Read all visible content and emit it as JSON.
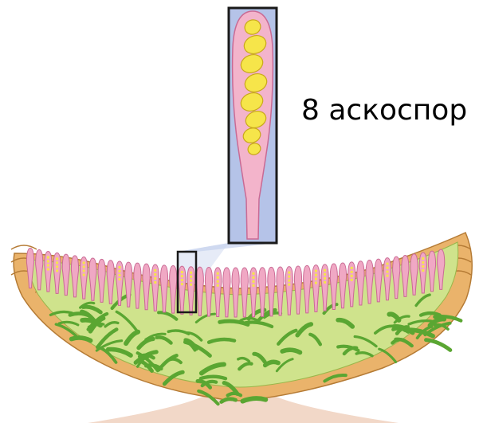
{
  "figure": {
    "spore_label": "8 аскоспор"
  },
  "colors": {
    "background": "#ffffff",
    "paraphysis_fill": "#f0a8c4",
    "paraphysis_stroke": "#c96a94",
    "ascus_fill": "#f3b4cb",
    "ascospore_fill": "#f6e54a",
    "ascospore_stroke": "#c9a81a",
    "inset_background": "#b5c3e8",
    "inset_frame": "#1a1a1a",
    "zoom_beam": "#c8d3ee",
    "medulla_fill": "#cfe38c",
    "algae_green": "#5aa632",
    "cortex_orange": "#eab36b",
    "cortex_stroke": "#b57b35",
    "substrate": "#f2d8c8"
  },
  "icons": [
    "ascus-detail-inset",
    "zoom-beam",
    "apothecium-cross-section"
  ]
}
